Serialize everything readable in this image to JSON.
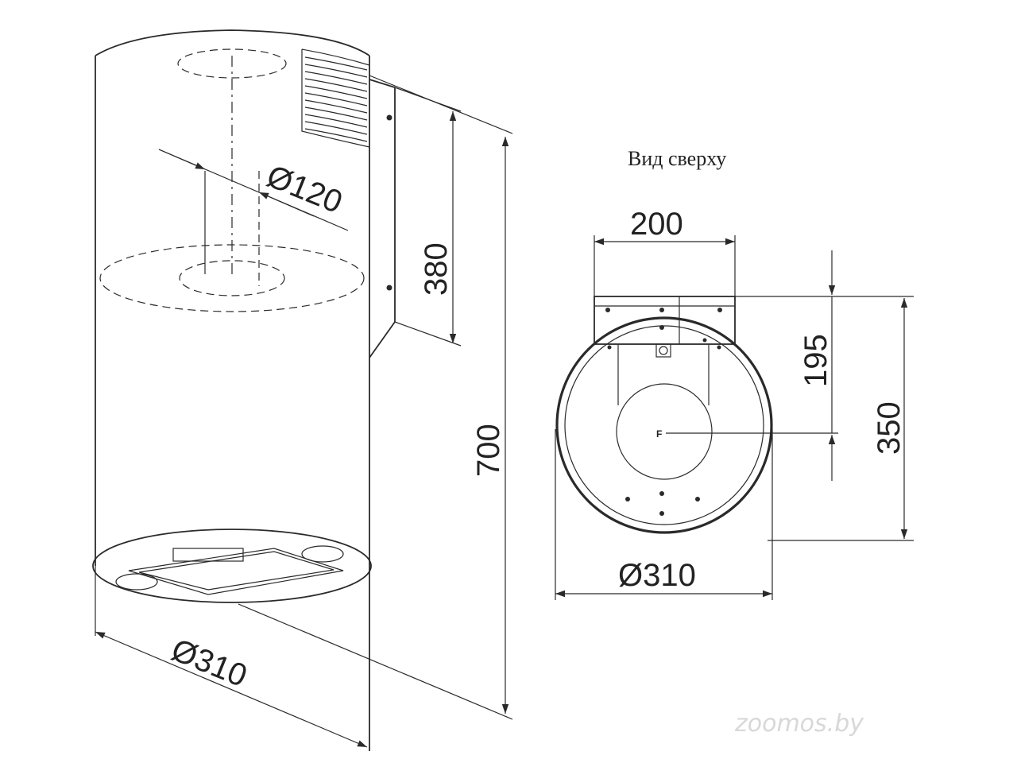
{
  "caption_top_view": "Вид сверху",
  "left_view": {
    "dia_duct": "Ø120",
    "dim_bracket": "380",
    "dim_height": "700",
    "dia_body": "Ø310"
  },
  "top_view": {
    "dim_width": "200",
    "dim_offset": "195",
    "dim_depth": "350",
    "dia_body": "Ø310",
    "center_mark": "F"
  },
  "watermark": "zoomos.by"
}
